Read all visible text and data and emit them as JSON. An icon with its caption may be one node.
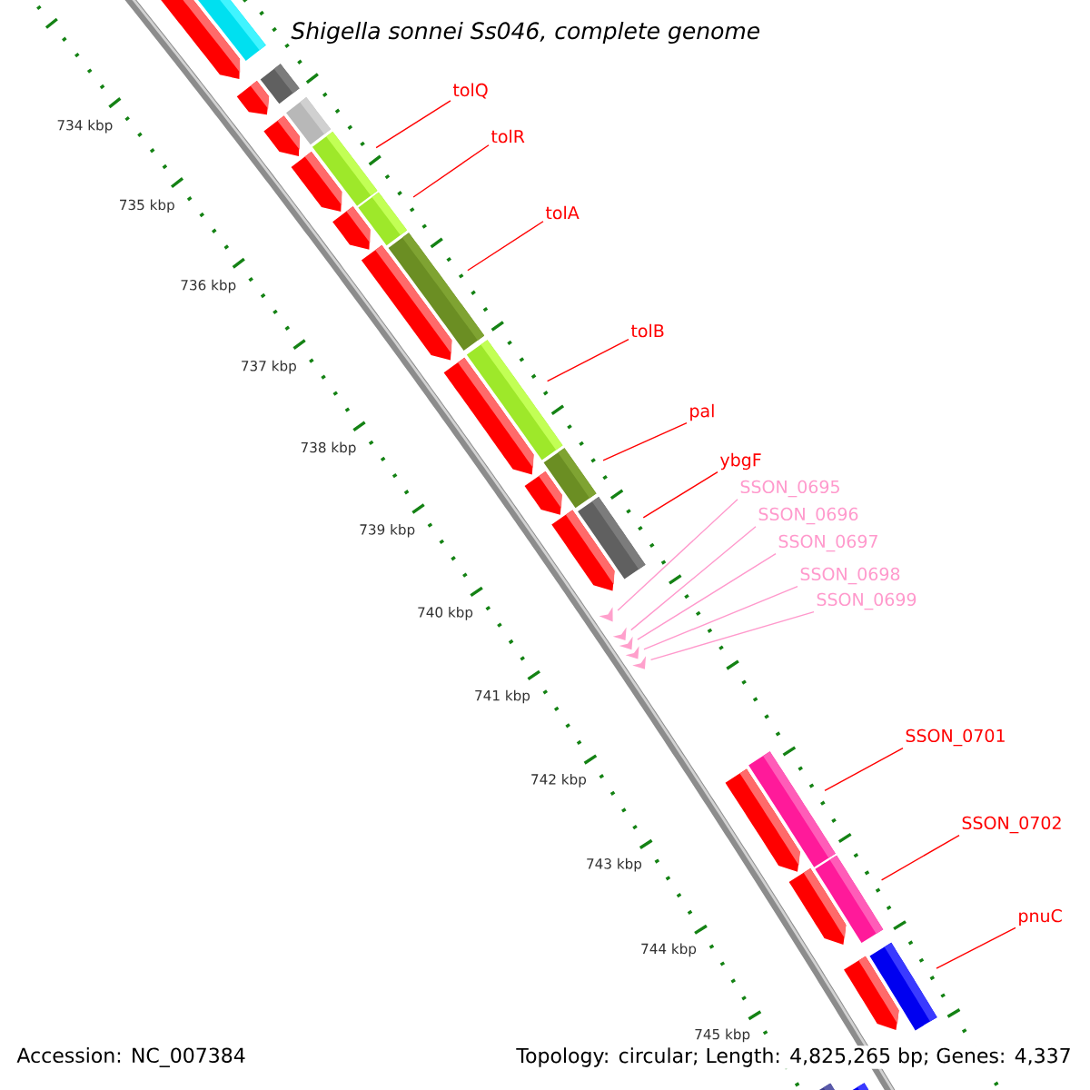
{
  "diagram": {
    "title": "Shigella sonnei Ss046, complete genome",
    "nodes": [
      {
        "text": [
          "tolQ"
        ]
      },
      {
        "text": [
          "tolR"
        ]
      },
      {
        "text": [
          "tolA"
        ]
      },
      {
        "text": [
          "tolB"
        ]
      },
      {
        "text": [
          "pal"
        ]
      },
      {
        "text": [
          "ybgF"
        ]
      },
      {
        "text": [
          "SSON_0695"
        ]
      },
      {
        "text": [
          "SSON_0696"
        ]
      },
      {
        "text": [
          "SSON_0697"
        ]
      },
      {
        "text": [
          "SSON_0698"
        ]
      },
      {
        "text": [
          "SSON_0699"
        ]
      },
      {
        "text": [
          "SSON_0701"
        ]
      },
      {
        "text": [
          "SSON_0702"
        ]
      },
      {
        "text": [
          "pnuC"
        ]
      },
      {
        "text": [],
        "shape": "bar"
      },
      {
        "text": [],
        "shape": "pentagon"
      },
      {
        "text": [],
        "shape": "bar"
      },
      {
        "text": [],
        "shape": "pentagon"
      },
      {
        "text": [],
        "shape": "bar"
      },
      {
        "text": [],
        "shape": "pentagon"
      },
      {
        "text": [],
        "shape": "bar"
      },
      {
        "text": [],
        "shape": "pentagon"
      },
      {
        "text": [],
        "shape": "bar"
      },
      {
        "text": [],
        "shape": "pentagon"
      },
      {
        "text": [],
        "shape": "bar"
      },
      {
        "text": [],
        "shape": "pentagon"
      },
      {
        "text": [],
        "shape": "bar"
      },
      {
        "text": [],
        "shape": "pentagon"
      },
      {
        "text": [],
        "shape": "bar"
      },
      {
        "text": [],
        "shape": "pentagon"
      },
      {
        "text": [],
        "shape": "bar"
      },
      {
        "text": [],
        "shape": "pentagon"
      },
      {
        "text": [],
        "shape": "triangle"
      },
      {
        "text": [],
        "shape": "triangle"
      },
      {
        "text": [],
        "shape": "triangle"
      },
      {
        "text": [],
        "shape": "triangle"
      },
      {
        "text": [],
        "shape": "triangle"
      },
      {
        "text": [],
        "shape": "bar"
      },
      {
        "text": [],
        "shape": "pentagon"
      },
      {
        "text": [],
        "shape": "bar"
      },
      {
        "text": [],
        "shape": "pentagon"
      },
      {
        "text": [],
        "shape": "bar"
      },
      {
        "text": [],
        "shape": "pentagon"
      },
      {
        "text": [],
        "shape": "bar"
      },
      {
        "text": [],
        "shape": "bar"
      }
    ],
    "edges": [
      {
        "from": 0,
        "to": 20,
        "arrow": "none"
      },
      {
        "from": 1,
        "to": 22,
        "arrow": "none"
      },
      {
        "from": 2,
        "to": 24,
        "arrow": "none"
      },
      {
        "from": 3,
        "to": 26,
        "arrow": "none"
      },
      {
        "from": 4,
        "to": 28,
        "arrow": "none"
      },
      {
        "from": 5,
        "to": 30,
        "arrow": "none"
      },
      {
        "from": 6,
        "to": 32,
        "arrow": "none",
        "color": "#ff99cc"
      },
      {
        "from": 7,
        "to": 33,
        "arrow": "none",
        "color": "#ff99cc"
      },
      {
        "from": 8,
        "to": 34,
        "arrow": "none",
        "color": "#ff99cc"
      },
      {
        "from": 9,
        "to": 35,
        "arrow": "none",
        "color": "#ff99cc"
      },
      {
        "from": 10,
        "to": 36,
        "arrow": "none",
        "color": "#ff99cc"
      },
      {
        "from": 11,
        "to": 37,
        "arrow": "none"
      },
      {
        "from": 12,
        "to": 39,
        "arrow": "none"
      },
      {
        "from": 13,
        "to": 41,
        "arrow": "none"
      }
    ],
    "labels": [
      "734 kbp",
      "735 kbp",
      "736 kbp",
      "737 kbp",
      "738 kbp",
      "739 kbp",
      "740 kbp",
      "741 kbp",
      "742 kbp",
      "743 kbp",
      "744 kbp",
      "745 kbp",
      "Accession: NC_007384",
      "Topology: circular; Length: 4,825,265 bp; Genes: 4,337"
    ]
  }
}
